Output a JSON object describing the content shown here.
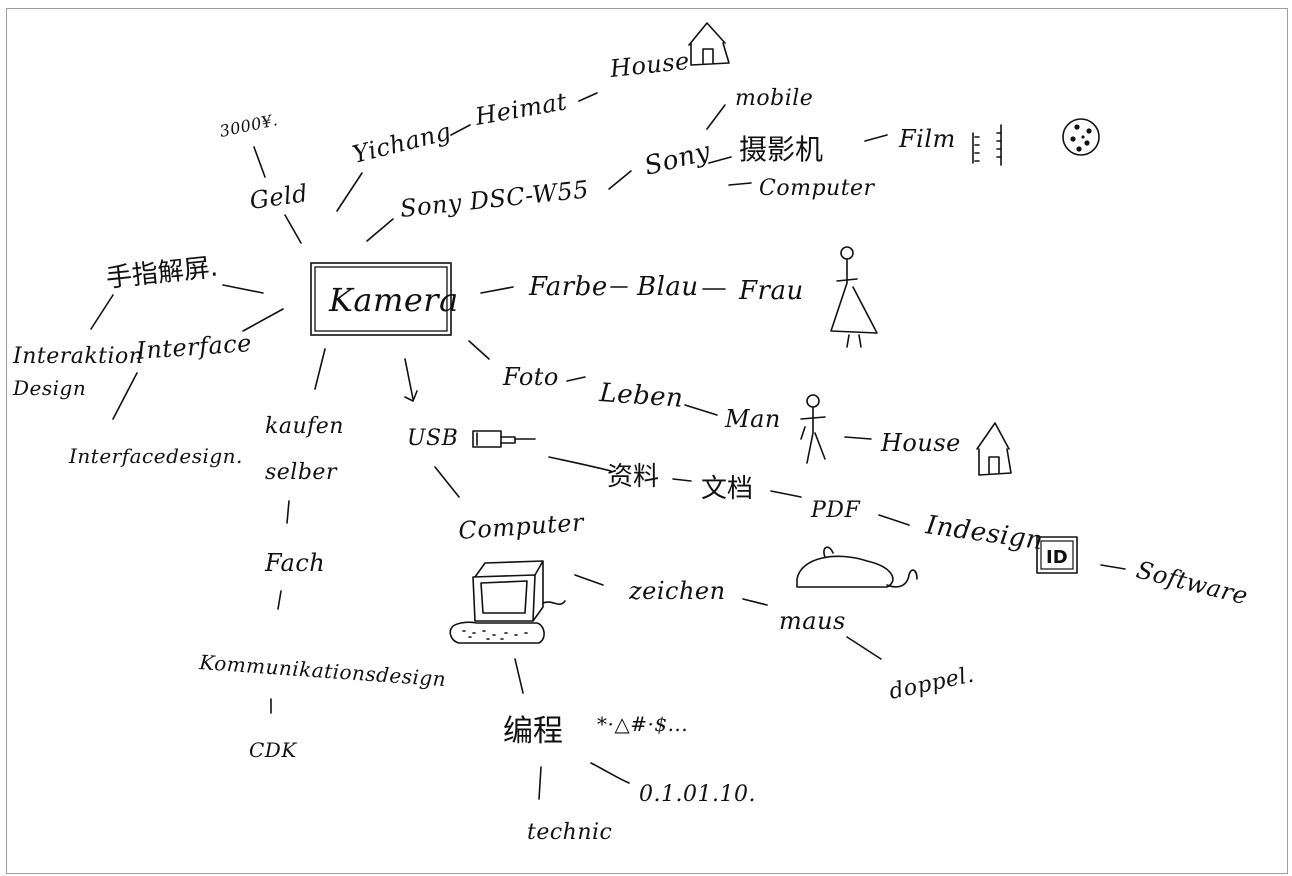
{
  "center": {
    "label": "Kamera"
  },
  "nodes": {
    "geld": "Geld",
    "yen": "3000¥.",
    "yichang": "Yichang",
    "heimat": "Heimat",
    "house_top": "House",
    "sony_model": "Sony DSC-W55",
    "sony": "Sony",
    "mobile": "mobile",
    "camcorder": "摄影机",
    "film": "Film",
    "computer_top": "Computer",
    "screen_unlock": "手指解屏.",
    "interaktion": "Interaktion",
    "design": "Design",
    "interface": "Interface",
    "interfacedesign": "Interfacedesign.",
    "farbe": "Farbe",
    "blau": "Blau",
    "frau": "Frau",
    "foto": "Foto",
    "leben": "Leben",
    "man": "Man",
    "house_right": "House",
    "usb": "USB",
    "data": "资料",
    "document": "文档",
    "pdf": "PDF",
    "indesign": "Indesign",
    "id_logo": "ID",
    "software": "Software",
    "kaufen": "kaufen",
    "selber": "selber",
    "fach": "Fach",
    "kommunikationsdesign": "Kommunikationsdesign",
    "cdk": "CDK",
    "computer": "Computer",
    "zeichen": "zeichen",
    "maus": "maus",
    "doppel": "doppel.",
    "programming": "编程",
    "symbols": "*·△#·$...",
    "binary": "0.1.01.10.",
    "technic": "technic"
  },
  "icons": {
    "house": "house-icon",
    "film_strip": "film-strip-icon",
    "film_reel": "film-reel-icon",
    "woman": "woman-stick-figure-icon",
    "man": "man-stick-figure-icon",
    "usb_plug": "usb-plug-icon",
    "mouse": "mouse-icon",
    "computer": "computer-icon"
  },
  "colors": {
    "ink": "#111111",
    "frame": "#9e9e9e",
    "background": "#ffffff"
  }
}
